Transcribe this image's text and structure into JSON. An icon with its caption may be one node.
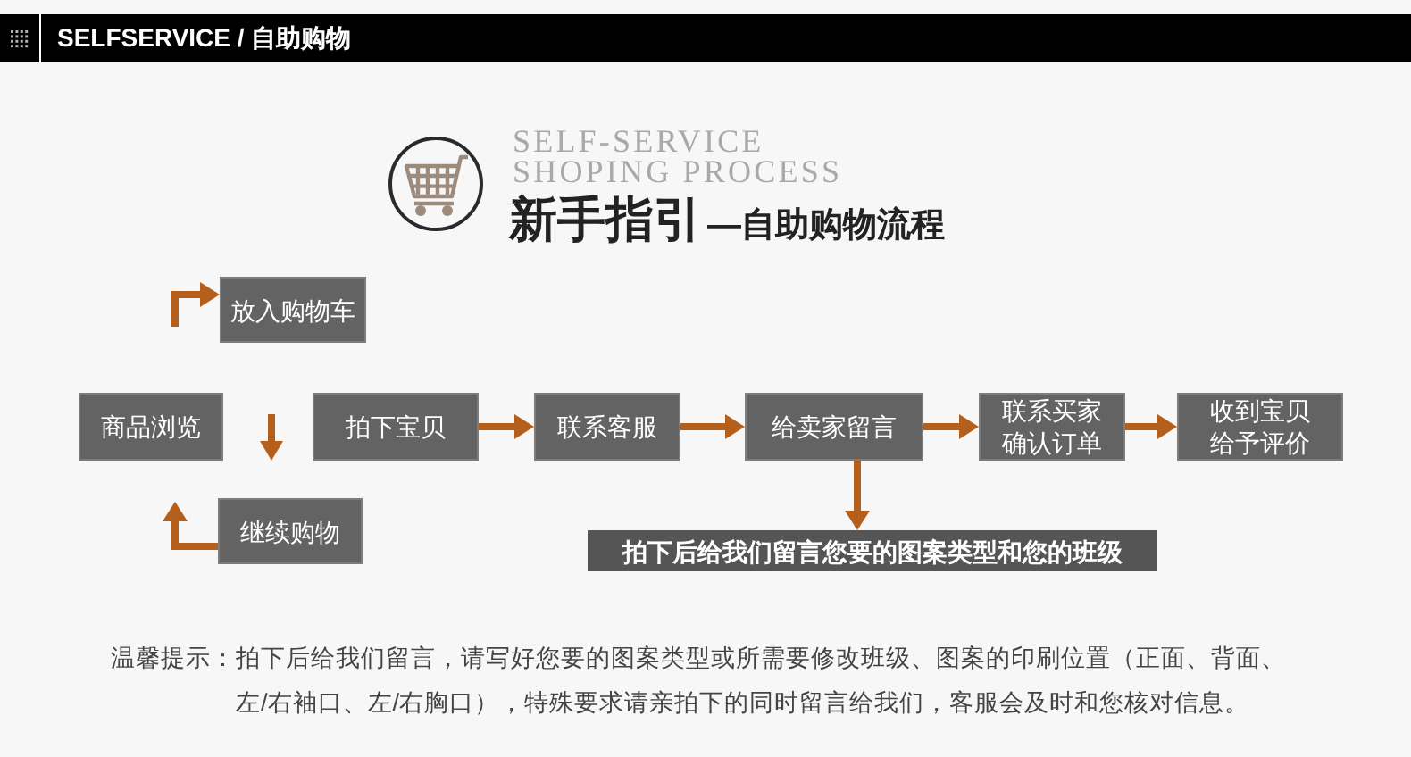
{
  "diagram": {
    "title": "SELFSERVICE / 自助购物",
    "nodes": [
      {
        "text": [
          "放入购物车"
        ]
      },
      {
        "text": [
          "商品浏览"
        ]
      },
      {
        "text": [
          "拍下宝贝"
        ]
      },
      {
        "text": [
          "联系客服"
        ]
      },
      {
        "text": [
          "给卖家留言"
        ]
      },
      {
        "text": [
          "联系买家确认订单"
        ]
      },
      {
        "text": [
          "收到宝贝给予评价"
        ]
      },
      {
        "text": [
          "继续购物"
        ]
      },
      {
        "text": [
          "拍下后给我们留言您要的图案类型和您的班级"
        ]
      }
    ],
    "edges": [
      {
        "from": null,
        "to": 0,
        "arrow": "to"
      },
      {
        "from": 7,
        "to": null,
        "arrow": "to"
      },
      {
        "from": 2,
        "to": 3,
        "arrow": "to"
      },
      {
        "from": 3,
        "to": 4,
        "arrow": "to"
      },
      {
        "from": 4,
        "to": 5,
        "arrow": "to"
      },
      {
        "from": 5,
        "to": 6,
        "arrow": "to"
      },
      {
        "from": 4,
        "to": 8,
        "arrow": "to"
      }
    ],
    "labels": [
      "SELF-SERVICE SHOPING PROCESS",
      "新手指引",
      "—自助购物流程",
      "温馨提示：",
      "拍下后给我们留言，请写好您要的图案类型或所需要修改班级、图案的印刷位置（正面、背面、左/右袖口、左/右胸口），特殊要求请亲拍下的同时留言给我们，客服会及时和您核对信息。"
    ]
  }
}
